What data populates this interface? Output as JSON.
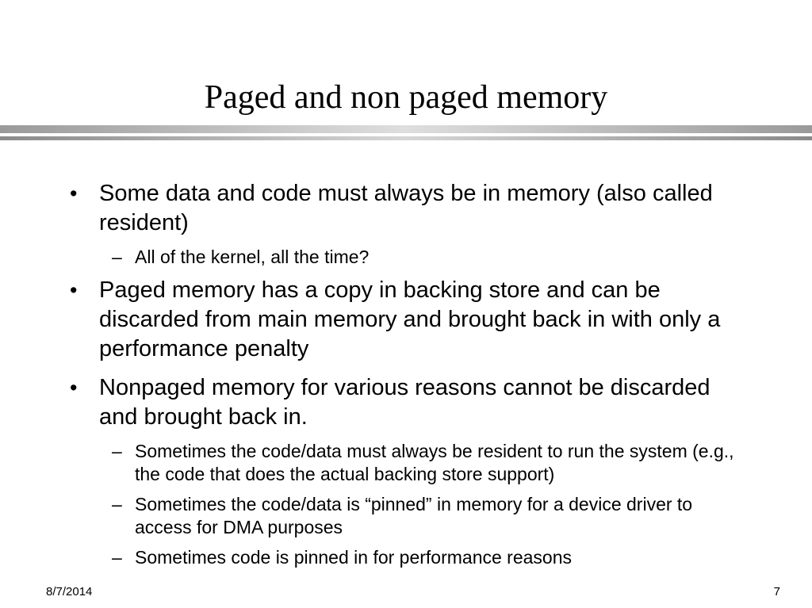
{
  "slide": {
    "title": "Paged and non paged memory",
    "bullet_glyph": "•",
    "dash_glyph": "–",
    "items": [
      {
        "text": "Some data and code must always be in memory (also called resident)",
        "subitems": [
          "All of the kernel, all the time?"
        ]
      },
      {
        "text": "Paged memory has a copy in backing store and can be discarded from main memory and brought back in with only a performance penalty",
        "subitems": []
      },
      {
        "text": "Nonpaged memory for various reasons cannot be discarded and brought back in.",
        "subitems": [
          "Sometimes the code/data must always be resident to run the system (e.g., the code that does the actual backing store support)",
          "Sometimes the code/data is “pinned” in memory for a device driver to access for DMA purposes",
          "Sometimes code is pinned in for performance reasons"
        ]
      }
    ],
    "footer": {
      "date": "8/7/2014",
      "page_number": "7"
    }
  }
}
